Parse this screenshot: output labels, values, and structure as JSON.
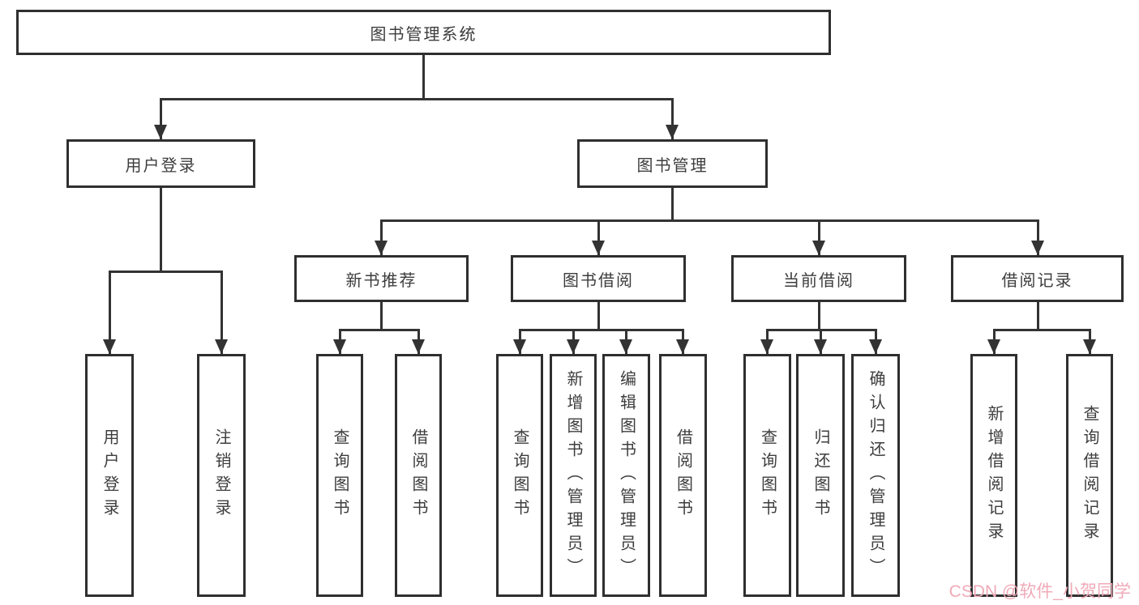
{
  "diagram": {
    "root": {
      "label": "图书管理系统"
    },
    "user_branch": {
      "label": "用户登录",
      "children": [
        {
          "label": "用户登录"
        },
        {
          "label": "注销登录"
        }
      ]
    },
    "book_branch": {
      "label": "图书管理",
      "groups": [
        {
          "label": "新书推荐",
          "children": [
            {
              "label": "查询图书"
            },
            {
              "label": "借阅图书"
            }
          ]
        },
        {
          "label": "图书借阅",
          "children": [
            {
              "label": "查询图书"
            },
            {
              "label": "新增图书（管理员）"
            },
            {
              "label": "编辑图书（管理员）"
            },
            {
              "label": "借阅图书"
            }
          ]
        },
        {
          "label": "当前借阅",
          "children": [
            {
              "label": "查询图书"
            },
            {
              "label": "归还图书"
            },
            {
              "label": "确认归还（管理员）"
            }
          ]
        },
        {
          "label": "借阅记录",
          "children": [
            {
              "label": "新增借阅记录"
            },
            {
              "label": "查询借阅记录"
            }
          ]
        }
      ]
    },
    "colors": {
      "box_border": "#2f2f2f",
      "connector": "#333333",
      "text": "#3d3d3d"
    }
  },
  "watermark": {
    "text": "CSDN @软件_小贺同学",
    "color": "#f0aab8"
  }
}
